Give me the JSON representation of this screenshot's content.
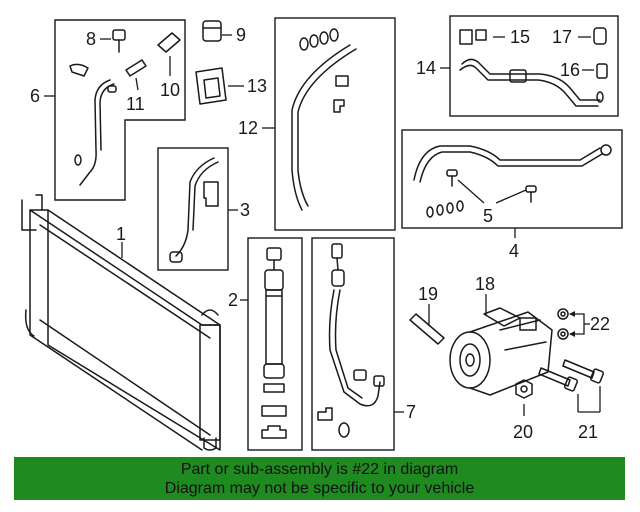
{
  "callouts": {
    "c1": "1",
    "c2": "2",
    "c3": "3",
    "c4": "4",
    "c5": "5",
    "c6": "6",
    "c7": "7",
    "c8": "8",
    "c9": "9",
    "c10": "10",
    "c11": "11",
    "c12": "12",
    "c13": "13",
    "c14": "14",
    "c15": "15",
    "c16": "16",
    "c17": "17",
    "c18": "18",
    "c19": "19",
    "c20": "20",
    "c21": "21",
    "c22": "22"
  },
  "notice": {
    "line1": "Part or sub-assembly is #22 in diagram",
    "line2": "Diagram may not be specific to your vehicle"
  },
  "colors": {
    "banner": "#1f8a1f",
    "ink": "#1a1a1a"
  }
}
